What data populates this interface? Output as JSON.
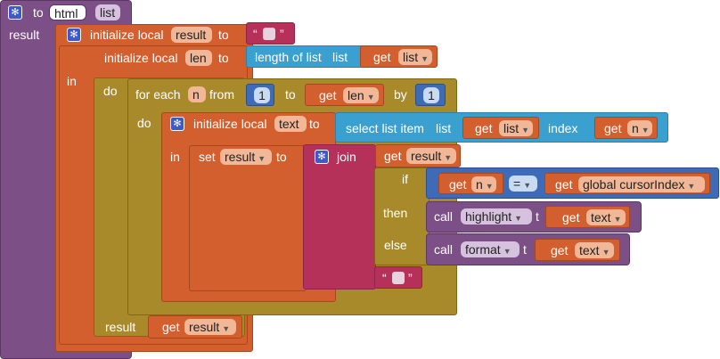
{
  "procedure": {
    "keyword_to": "to",
    "name": "html",
    "param": "list",
    "result_label": "result"
  },
  "init_result": {
    "label": "initialize local",
    "var": "result",
    "to": "to",
    "quote_open": "“",
    "quote_close": "”"
  },
  "init_len": {
    "label": "initialize local",
    "var": "len",
    "to": "to"
  },
  "length_of_list": {
    "label": "length of list",
    "list_label": "list"
  },
  "get_list_1": {
    "get": "get",
    "var": "list"
  },
  "in_label": "in",
  "do_label": "do",
  "for_each": {
    "label": "for each",
    "var": "n",
    "from": "from",
    "from_val": "1",
    "to": "to",
    "by": "by",
    "by_val": "1"
  },
  "get_len": {
    "get": "get",
    "var": "len"
  },
  "do2_label": "do",
  "init_text": {
    "label": "initialize local",
    "var": "text",
    "to": "to"
  },
  "select_item": {
    "label": "select list item",
    "list_label": "list",
    "index_label": "index"
  },
  "get_list_2": {
    "get": "get",
    "var": "list"
  },
  "get_n_1": {
    "get": "get",
    "var": "n"
  },
  "in2_label": "in",
  "set_result": {
    "set": "set",
    "var": "result",
    "to": "to"
  },
  "join": {
    "label": "join"
  },
  "get_result_1": {
    "get": "get",
    "var": "result"
  },
  "if_label": "if",
  "then_label": "then",
  "else_label": "else",
  "get_n_2": {
    "get": "get",
    "var": "n"
  },
  "equals": "=",
  "get_global": {
    "get": "get",
    "var": "global cursorIndex"
  },
  "call_highlight": {
    "call": "call",
    "name": "highlight",
    "param": "t"
  },
  "get_text_1": {
    "get": "get",
    "var": "text"
  },
  "call_format": {
    "call": "call",
    "name": "format",
    "param": "t"
  },
  "get_text_2": {
    "get": "get",
    "var": "text"
  },
  "string_empty": {
    "quote_open": "“",
    "quote_close": "”"
  },
  "result_label": "result",
  "get_result_2": {
    "get": "get",
    "var": "result"
  },
  "colors": {
    "procedure": "#7c4f87",
    "variables": "#d35f2e",
    "control": "#a88a2b",
    "lists": "#3aa0d0",
    "text": "#b6315a",
    "math": "#3e6bb8"
  }
}
